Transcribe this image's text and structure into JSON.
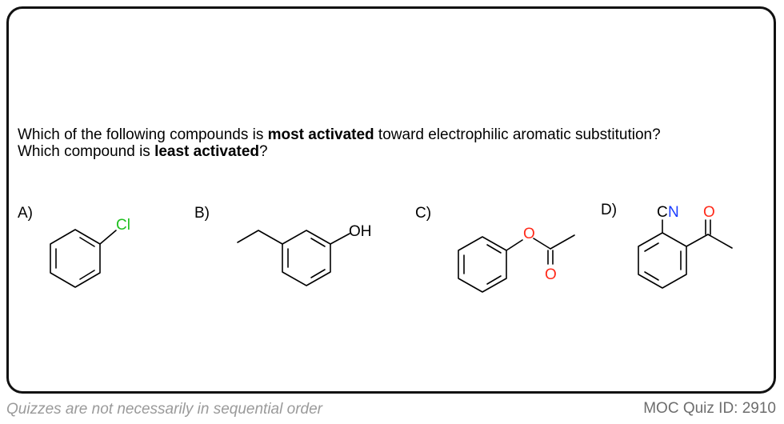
{
  "question": {
    "line1_pre": "Which of the following compounds is ",
    "line1_bold": "most activated",
    "line1_post": " toward electrophilic aromatic substitution?",
    "line2_pre": "Which compound is ",
    "line2_bold": "least activated",
    "line2_post": "?"
  },
  "options": [
    {
      "label": "A)",
      "atoms": [
        "Cl"
      ]
    },
    {
      "label": "B)",
      "atoms": [
        "OH"
      ]
    },
    {
      "label": "C)",
      "atoms": [
        "O",
        "O"
      ]
    },
    {
      "label": "D)",
      "atoms": [
        "C",
        "N",
        "O"
      ]
    }
  ],
  "colors": {
    "chlorine": "#1fc01f",
    "oxygen": "#ff2a1a",
    "nitrogen": "#1a3cff"
  },
  "footer": {
    "note": "Quizzes are not necessarily in sequential order",
    "quiz_id": "MOC Quiz ID: 2910"
  }
}
